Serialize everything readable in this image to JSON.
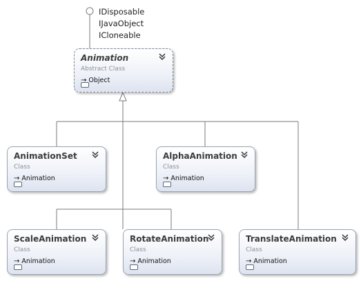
{
  "interfaces": [
    "IDisposable",
    "IJavaObject",
    "ICloneable"
  ],
  "base": {
    "name": "Animation",
    "stereotype": "Abstract Class",
    "inherits": "Object"
  },
  "classes": [
    {
      "key": "animation_set",
      "name": "AnimationSet",
      "stereotype": "Class",
      "inherits": "Animation"
    },
    {
      "key": "alpha",
      "name": "AlphaAnimation",
      "stereotype": "Class",
      "inherits": "Animation"
    },
    {
      "key": "scale",
      "name": "ScaleAnimation",
      "stereotype": "Class",
      "inherits": "Animation"
    },
    {
      "key": "rotate",
      "name": "RotateAnimation",
      "stereotype": "Class",
      "inherits": "Animation"
    },
    {
      "key": "translate",
      "name": "TranslateAnimation",
      "stereotype": "Class",
      "inherits": "Animation"
    }
  ],
  "colors": {
    "line": "#7a7a7a",
    "border": "#9aa4b2"
  },
  "icons": {
    "expand": "double-chevron-down-icon",
    "inherit": "arrow-right-icon",
    "collapse": "compartment-toggle-icon",
    "lollipop": "interface-lollipop-icon"
  }
}
